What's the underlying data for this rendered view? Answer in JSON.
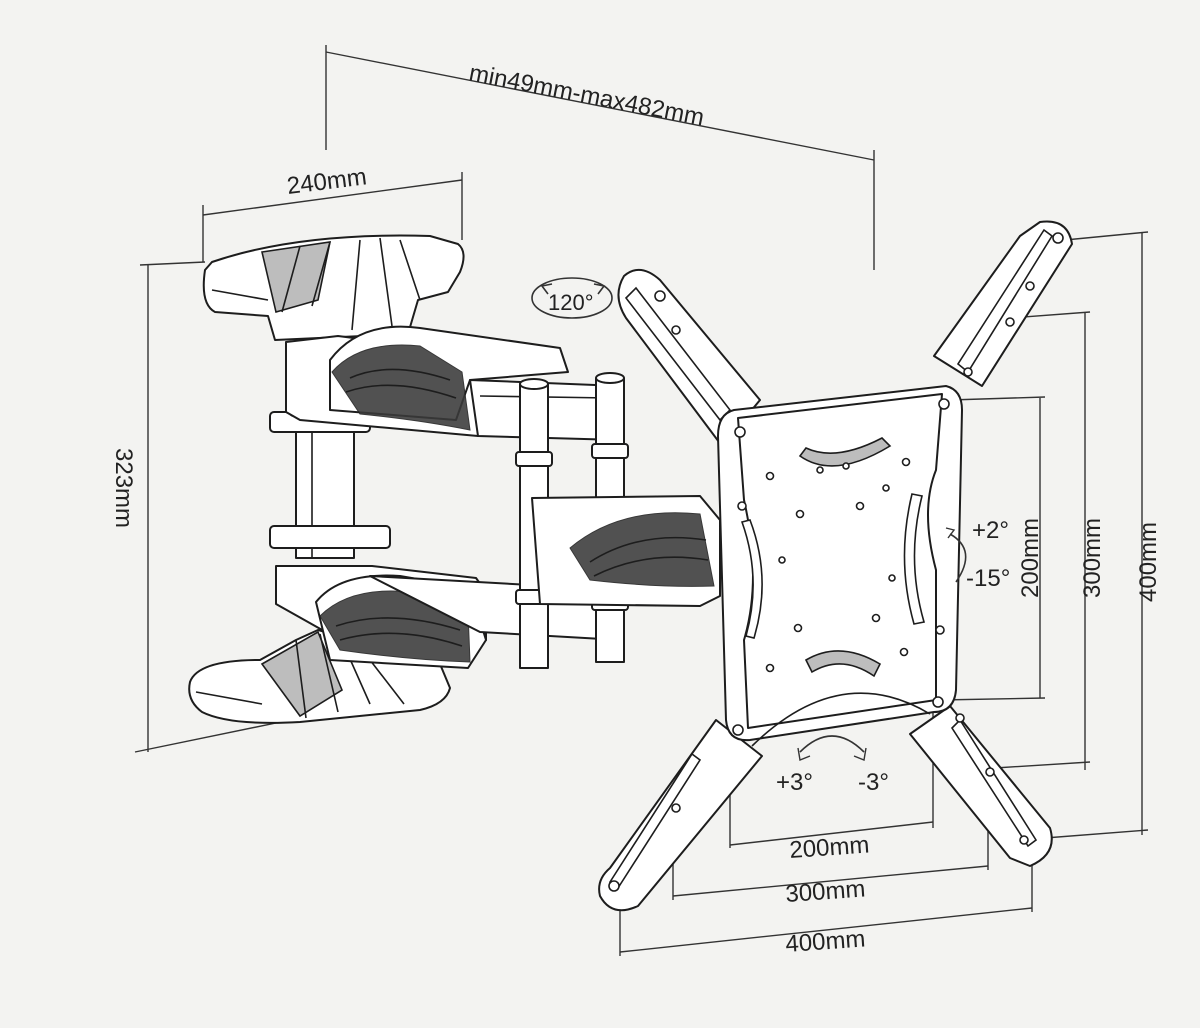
{
  "dimensions": {
    "extension": "min49mm-max482mm",
    "wall_plate_width": "240mm",
    "wall_plate_height": "323mm",
    "vesa_h_200": "200mm",
    "vesa_h_300": "300mm",
    "vesa_h_400": "400mm",
    "vesa_v_200": "200mm",
    "vesa_v_300": "300mm",
    "vesa_v_400": "400mm"
  },
  "angles": {
    "swivel": "120°",
    "tilt_up": "+2°",
    "tilt_down": "-15°",
    "rotate_plus": "+3°",
    "rotate_minus": "-3°"
  }
}
